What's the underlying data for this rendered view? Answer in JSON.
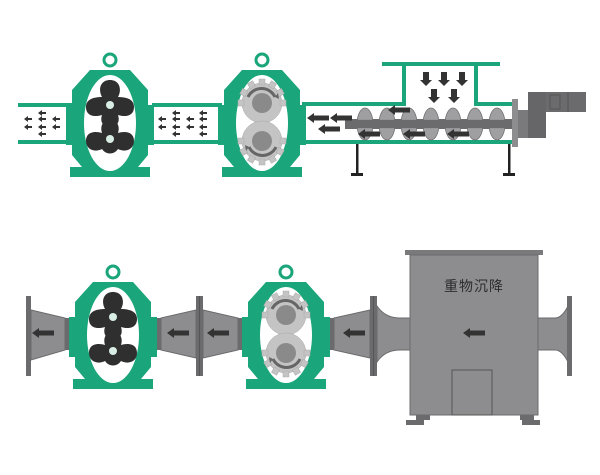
{
  "diagram": {
    "title": "Lobe pump / grinder / screw conveyor and settling tank flow diagram",
    "colors": {
      "pump_body": "#1aa57a",
      "rotor_dark": "#2f2f2f",
      "gear_light": "#c4c4c4",
      "gear_hub": "#8a8a8a",
      "steel": "#8d8d8f",
      "steel_dark": "#6b6b6d",
      "arrow": "#333333",
      "background": "#ffffff"
    },
    "top_line": {
      "components": [
        {
          "id": "inlet-pipe",
          "type": "pipe"
        },
        {
          "id": "lobe-pump",
          "type": "tri-lobe rotor pump"
        },
        {
          "id": "connecting-pipe",
          "type": "pipe"
        },
        {
          "id": "grinder-pump",
          "type": "gear grinder"
        },
        {
          "id": "screw-conveyor",
          "type": "auger with hopper"
        },
        {
          "id": "gear-motor",
          "type": "motor drive"
        }
      ],
      "flow_direction": "right-to-left"
    },
    "bottom_line": {
      "components": [
        {
          "id": "outlet-reducer",
          "type": "conical reducer"
        },
        {
          "id": "lobe-pump",
          "type": "tri-lobe rotor pump"
        },
        {
          "id": "double-reducer",
          "type": "conical reducers"
        },
        {
          "id": "grinder-pump",
          "type": "gear grinder"
        },
        {
          "id": "inlet-reducer",
          "type": "conical reducer"
        },
        {
          "id": "settling-tank",
          "type": "settling tank"
        }
      ],
      "flow_direction": "right-to-left",
      "settling_tank_label": "重物沉降"
    }
  }
}
